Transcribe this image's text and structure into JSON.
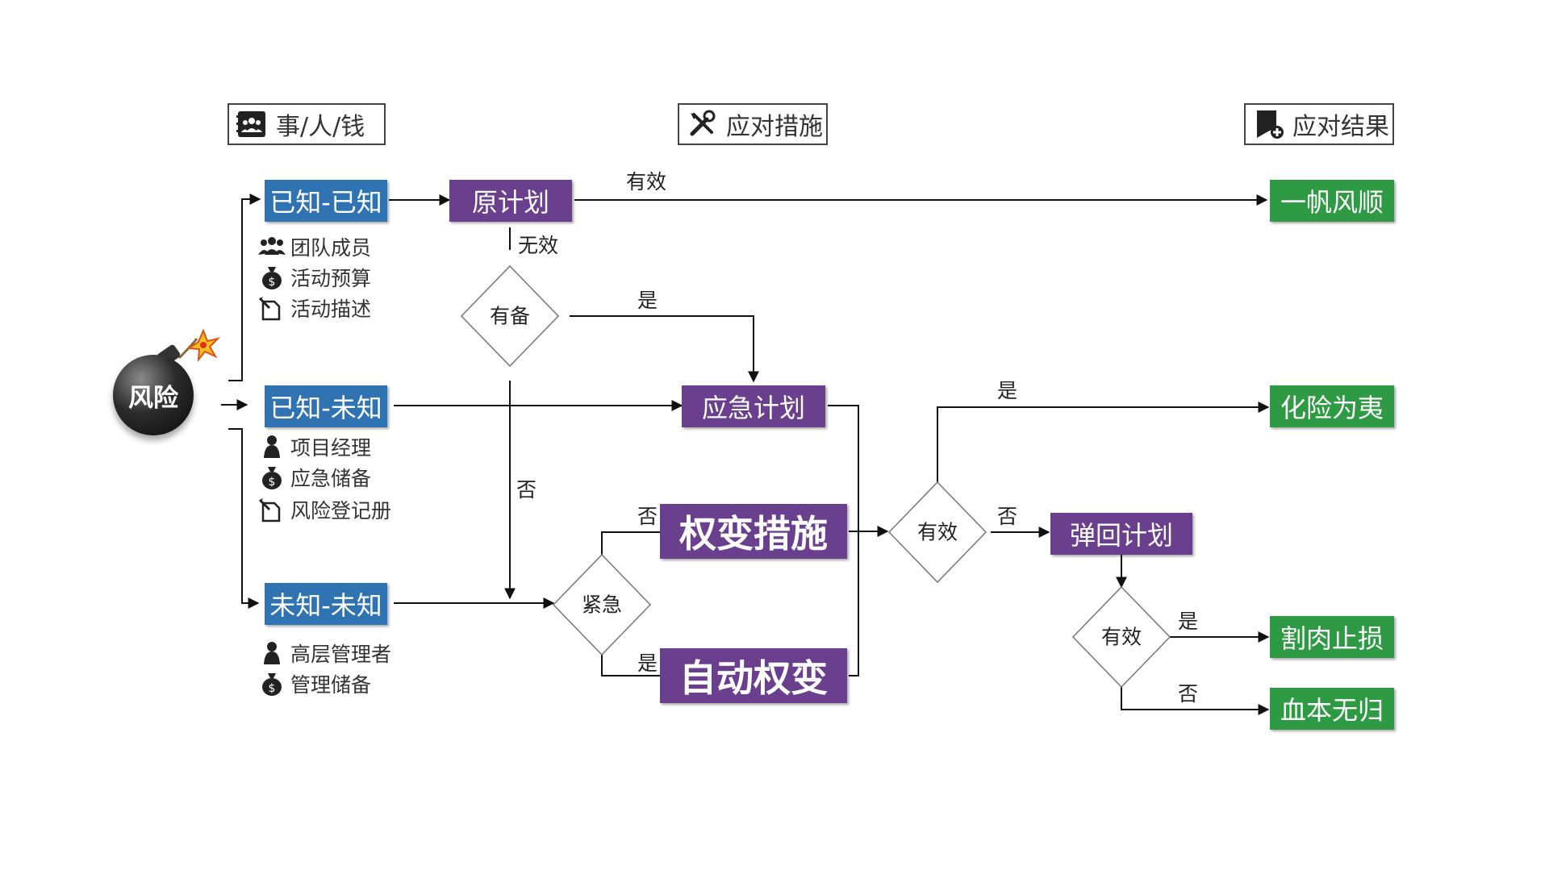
{
  "headers": {
    "left": "事/人/钱",
    "mid": "应对措施",
    "right": "应对结果"
  },
  "risk_label": "风险",
  "categories": {
    "kk": "已知-已知",
    "ku": "已知-未知",
    "uu": "未知-未知"
  },
  "resources": {
    "kk": [
      "团队成员",
      "活动预算",
      "活动描述"
    ],
    "ku": [
      "项目经理",
      "应急储备",
      "风险登记册"
    ],
    "uu": [
      "高层管理者",
      "管理储备"
    ]
  },
  "actions": {
    "original_plan": "原计划",
    "contingency_plan": "应急计划",
    "workaround": "权变措施",
    "auto_workaround": "自动权变",
    "fallback_plan": "弹回计划"
  },
  "decisions": {
    "prepared": "有备",
    "urgent": "紧急",
    "effective1": "有效",
    "effective2": "有效"
  },
  "flow_labels": {
    "effective": "有效",
    "ineffective": "无效",
    "yes1": "是",
    "no1": "否",
    "no2": "否",
    "yes2": "是",
    "yes3": "是",
    "no3": "否",
    "yes4": "是",
    "no4": "否"
  },
  "outcomes": {
    "smooth": "一帆风顺",
    "resolved": "化险为夷",
    "cut_loss": "割肉止损",
    "total_loss": "血本无归"
  },
  "colors": {
    "blue": "#2f73b3",
    "purple": "#6a3f8e",
    "green": "#2f9a44"
  }
}
